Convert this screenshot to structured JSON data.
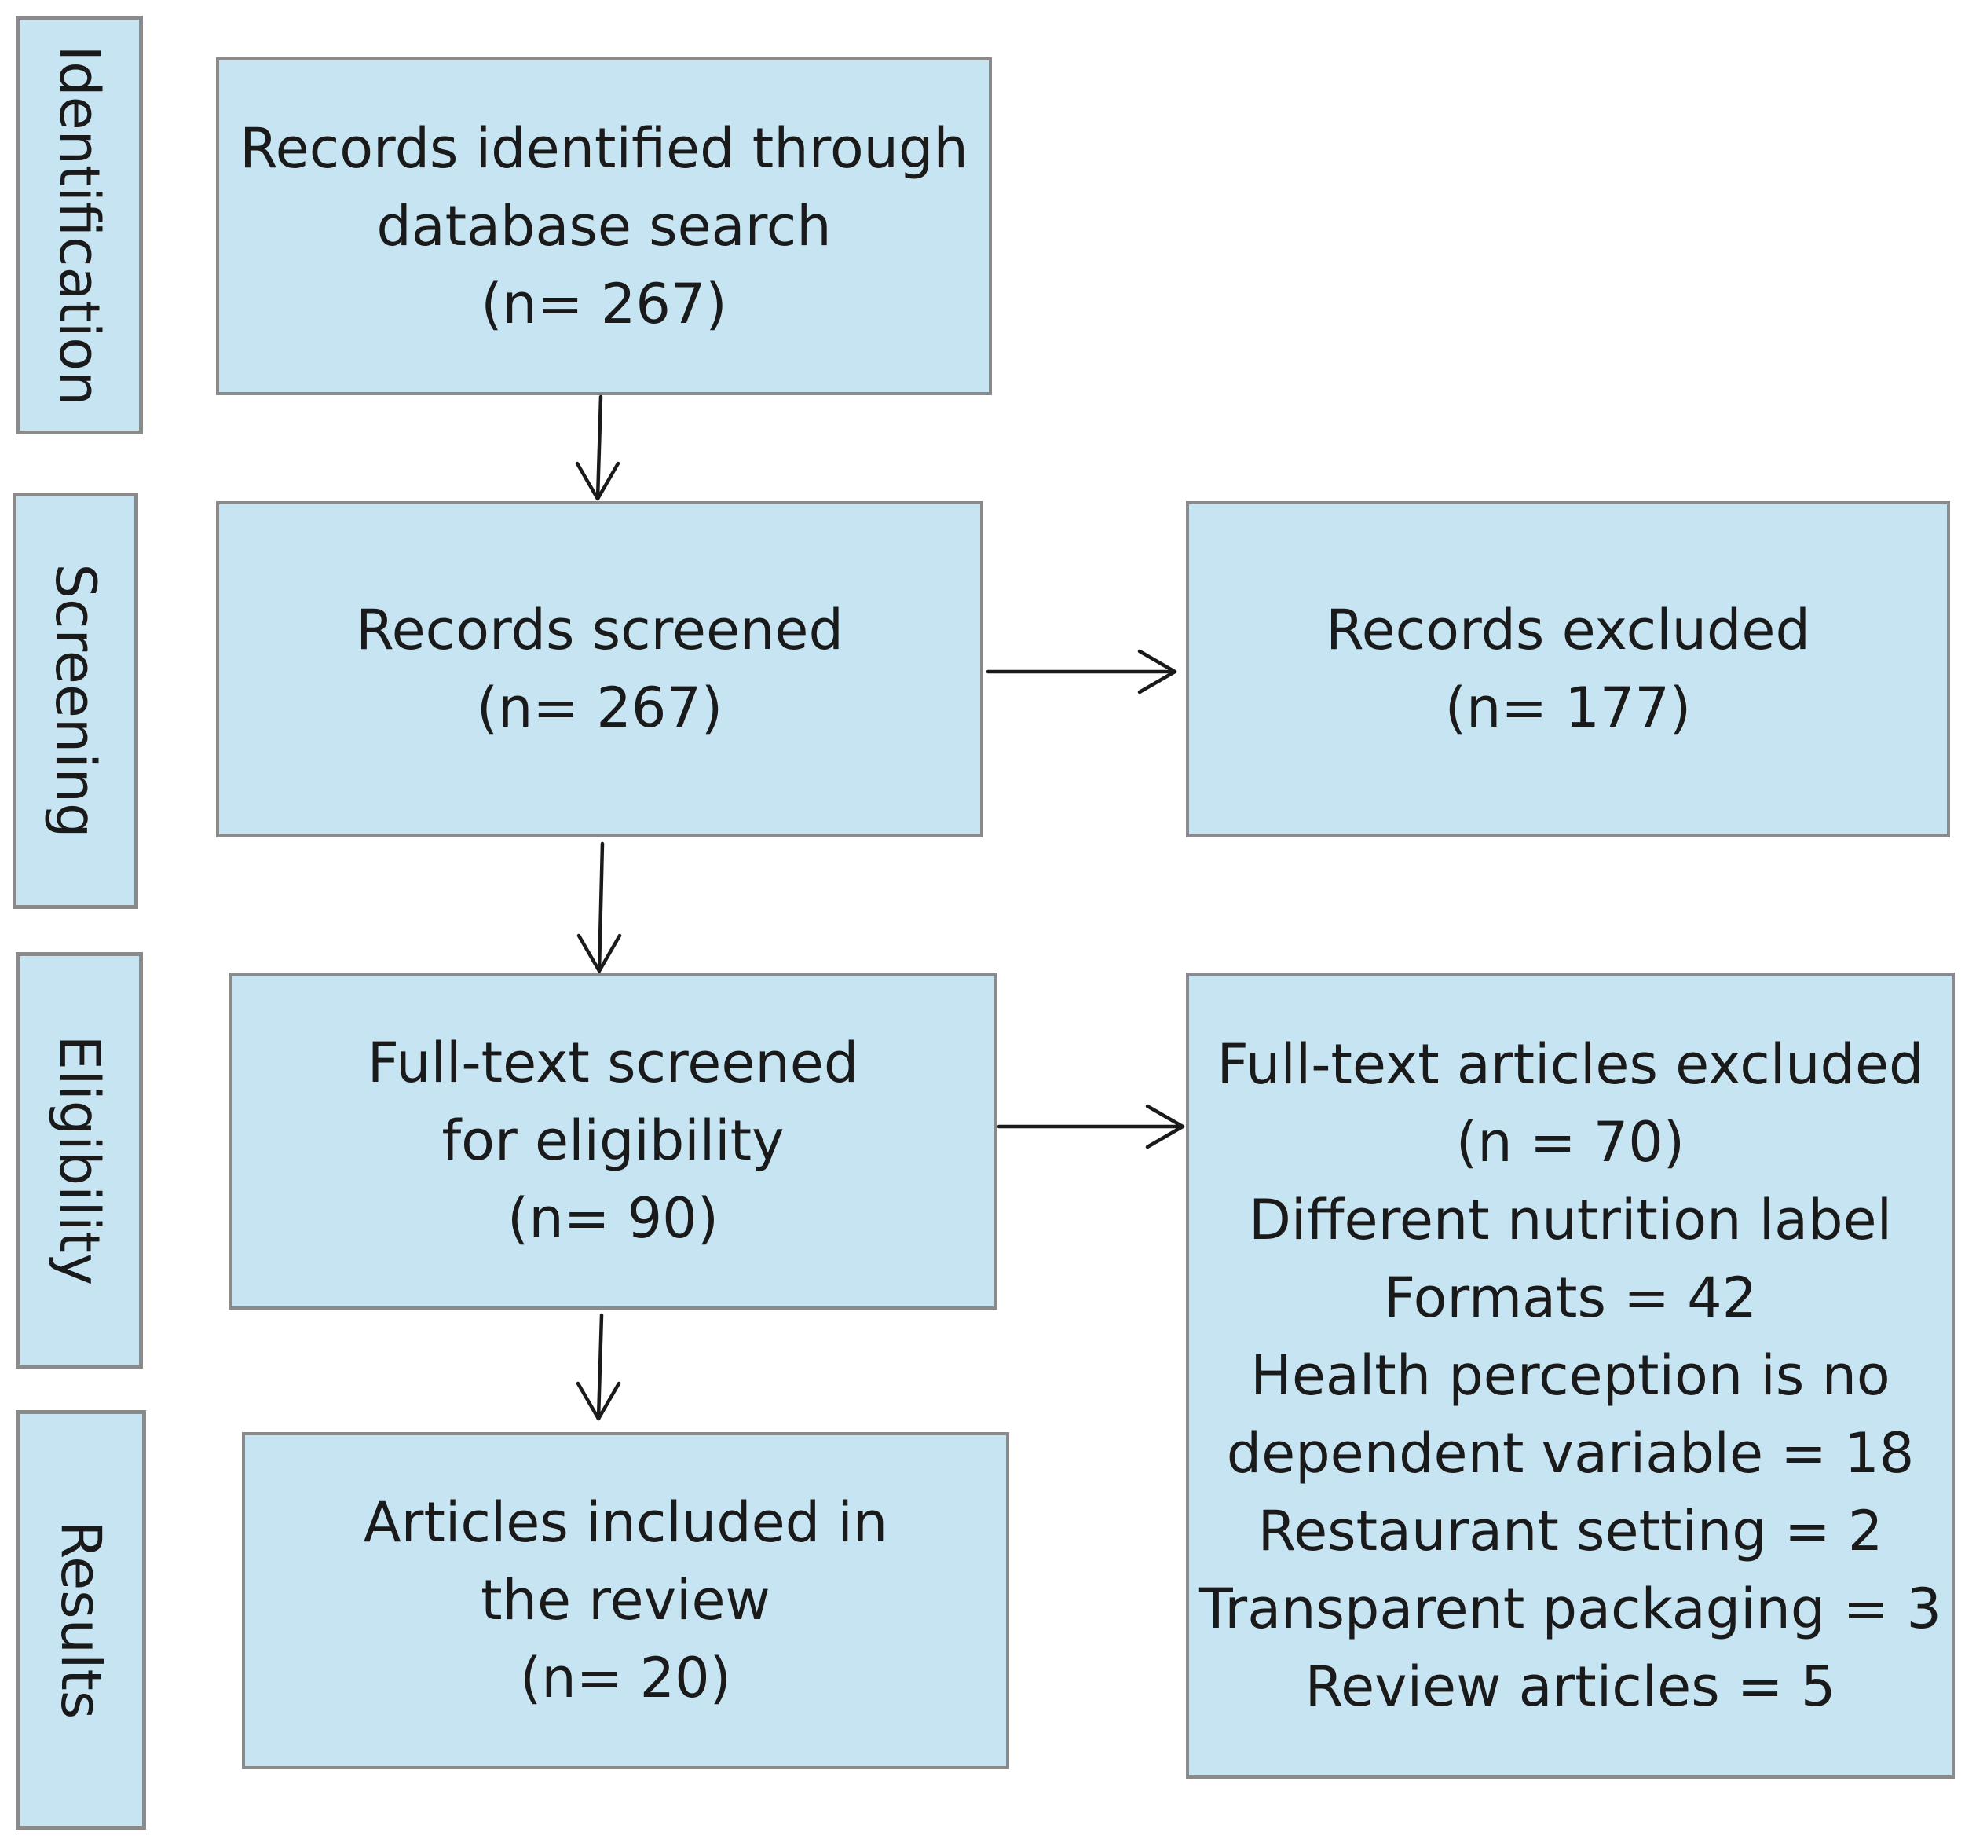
{
  "colors": {
    "box_fill": "#c6e4f2",
    "box_border": "#8a8a8a",
    "arrow": "#1a1a1a",
    "text": "#1a1a1a"
  },
  "stages": {
    "identification": "Identification",
    "screening": "Screening",
    "eligibility": "Eligibility",
    "results": "Results"
  },
  "boxes": {
    "identified": {
      "lines": [
        "Records identified through",
        "database search",
        "(n= 267)"
      ],
      "n": 267
    },
    "screened": {
      "lines": [
        "Records screened",
        "(n= 267)"
      ],
      "n": 267
    },
    "excluded": {
      "lines": [
        "Records excluded",
        "(n= 177)"
      ],
      "n": 177
    },
    "fulltext": {
      "lines": [
        "Full-text screened",
        "for eligibility",
        "(n= 90)"
      ],
      "n": 90
    },
    "fulltext_excluded": {
      "lines": [
        "Full-text articles excluded",
        "(n = 70)",
        "Different nutrition label",
        "Formats = 42",
        "Health perception is no",
        "dependent variable = 18",
        "Restaurant setting = 2",
        "Transparent packaging = 3",
        "Review articles = 5"
      ],
      "n": 70
    },
    "included": {
      "lines": [
        "Articles included in",
        "the review",
        "(n= 20)"
      ],
      "n": 20
    }
  }
}
